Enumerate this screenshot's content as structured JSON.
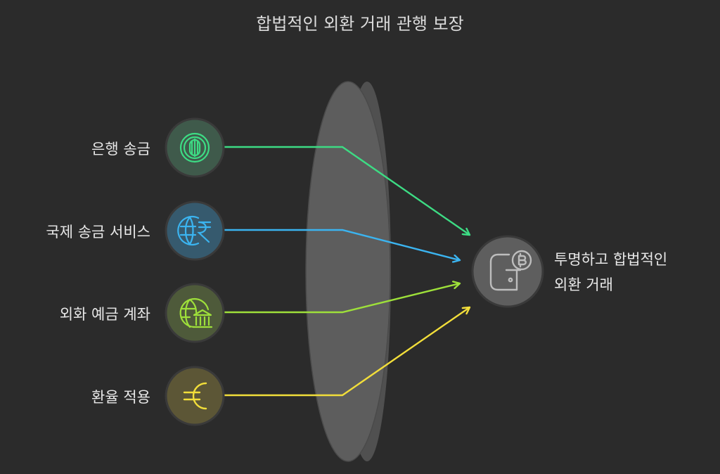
{
  "title": "합법적인 외환 거래 관행 보장",
  "sources": [
    {
      "label": "은행 송금",
      "icon": "coin-icon",
      "color": "#3ddc84"
    },
    {
      "label": "국제 송금 서비스",
      "icon": "globe-rupee-icon",
      "color": "#3bb4f0"
    },
    {
      "label": "외화 예금 계좌",
      "icon": "globe-bank-icon",
      "color": "#9ee03a"
    },
    {
      "label": "환율 적용",
      "icon": "euro-icon",
      "color": "#f2de3a"
    }
  ],
  "target": {
    "label_line1": "투명하고 합법적인",
    "label_line2": "외환 거래",
    "icon": "crypto-wallet-icon",
    "color": "#bdbdbd"
  }
}
